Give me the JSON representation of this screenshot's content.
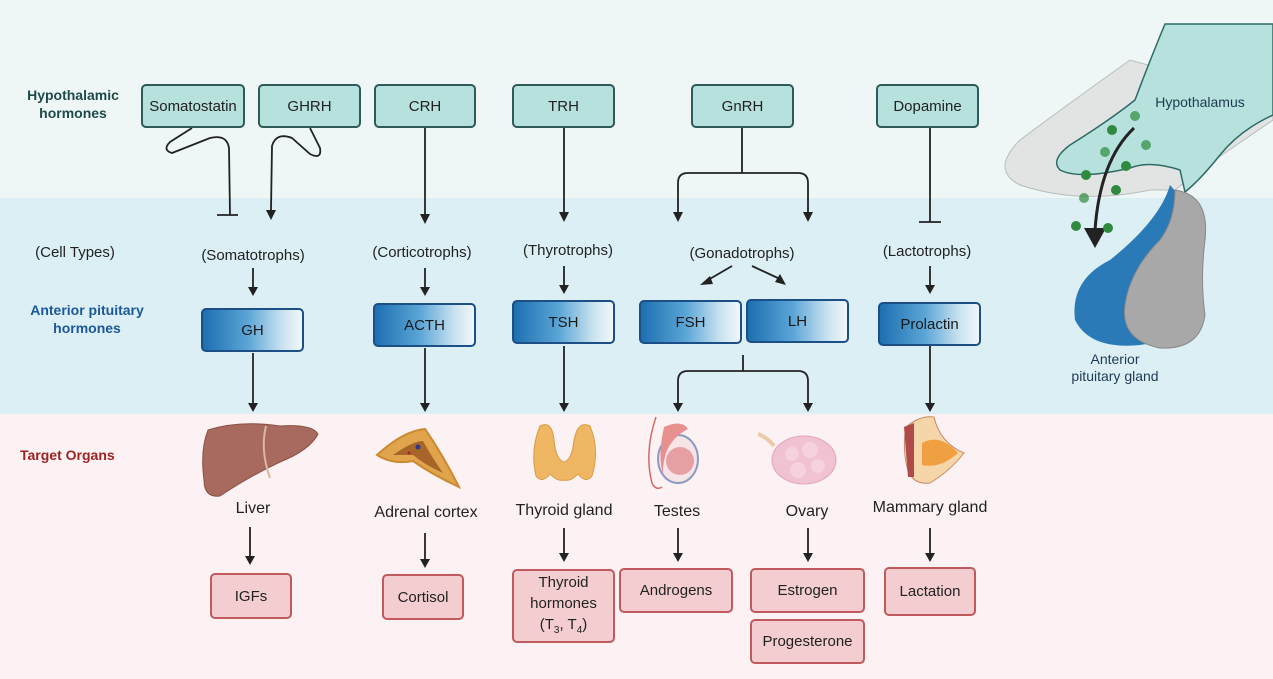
{
  "rows": {
    "hypothalamic": "Hypothalamic hormones",
    "cell_types": "(Cell Types)",
    "anterior_pituitary": "Anterior pituitary hormones",
    "target_organs": "Target Organs"
  },
  "hypothalamic_hormones": [
    {
      "label": "Somatostatin",
      "effect": "inhibits"
    },
    {
      "label": "GHRH",
      "effect": "stimulates"
    },
    {
      "label": "CRH",
      "effect": "stimulates"
    },
    {
      "label": "TRH",
      "effect": "stimulates"
    },
    {
      "label": "GnRH",
      "effect": "stimulates"
    },
    {
      "label": "Dopamine",
      "effect": "inhibits"
    }
  ],
  "cell_types": [
    "(Somatotrophs)",
    "(Corticotrophs)",
    "(Thyrotrophs)",
    "(Gonadotrophs)",
    "(Lactotrophs)"
  ],
  "pituitary_hormones": [
    "GH",
    "ACTH",
    "TSH",
    "FSH",
    "LH",
    "Prolactin"
  ],
  "target_organs": [
    "Liver",
    "Adrenal cortex",
    "Thyroid gland",
    "Testes",
    "Ovary",
    "Mammary gland"
  ],
  "products": {
    "igfs": "IGFs",
    "cortisol": "Cortisol",
    "thyroid_line1": "Thyroid",
    "thyroid_line2": "hormones",
    "thyroid_t3": "3",
    "thyroid_t4": "4",
    "androgens": "Androgens",
    "estrogen": "Estrogen",
    "progesterone": "Progesterone",
    "lactation": "Lactation"
  },
  "illustration": {
    "hypothalamus": "Hypothalamus",
    "pituitary_line1": "Anterior",
    "pituitary_line2": "pituitary gland"
  },
  "colors": {
    "hypo_band": "#eef7f5",
    "pituitary_band": "#dceff4",
    "target_band": "#fcf2f3",
    "hypo_box": "#b6e1dc",
    "pituitary_box": "#1d6fb1",
    "target_box": "#f3cdcf",
    "hypo_label": "#1f4a4a",
    "pituitary_label": "#1d5896",
    "target_label": "#9a2424"
  }
}
